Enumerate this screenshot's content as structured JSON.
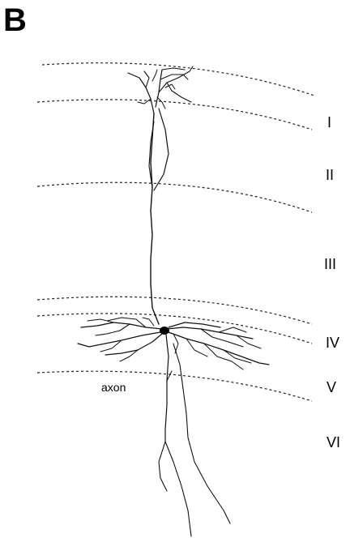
{
  "panel_label": "B",
  "layers": [
    "I",
    "II",
    "III",
    "IV",
    "V",
    "VI"
  ],
  "axon_label": "axon"
}
